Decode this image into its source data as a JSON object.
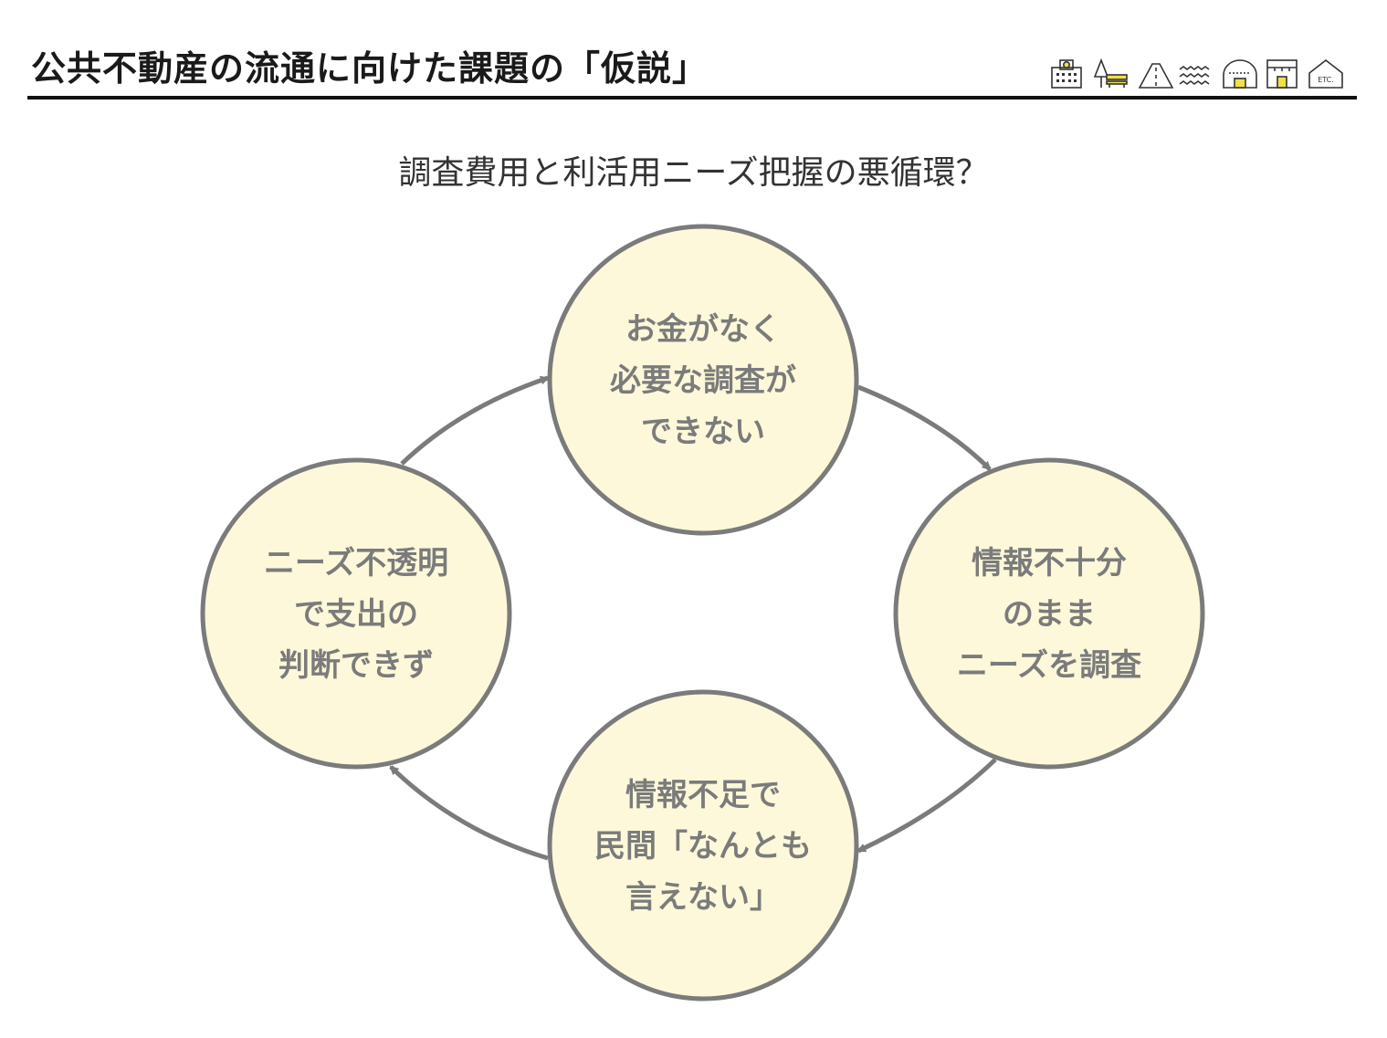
{
  "header": {
    "title": "公共不動産の流通に向けた課題の「仮説」",
    "icons": [
      "school-building-icon",
      "park-bench-icon",
      "road-icon",
      "water-icon",
      "tunnel-icon",
      "shop-icon",
      "etc-house-icon"
    ],
    "etc_label": "ETC.",
    "accent_color": "#f0e04a"
  },
  "diagram": {
    "title": "調査費用と利活用ニーズ把握の悪循環？",
    "node_fill": "#fcf8d9",
    "node_stroke": "#7b7b7b",
    "nodes": [
      {
        "id": "top",
        "lines": [
          "お金がなく",
          "必要な調査が",
          "できない"
        ]
      },
      {
        "id": "right",
        "lines": [
          "情報不十分",
          "のまま",
          "ニーズを調査"
        ]
      },
      {
        "id": "bottom",
        "lines": [
          "情報不足で",
          "民間「なんとも",
          "言えない」"
        ]
      },
      {
        "id": "left",
        "lines": [
          "ニーズ不透明",
          "で支出の",
          "判断できず"
        ]
      }
    ]
  }
}
